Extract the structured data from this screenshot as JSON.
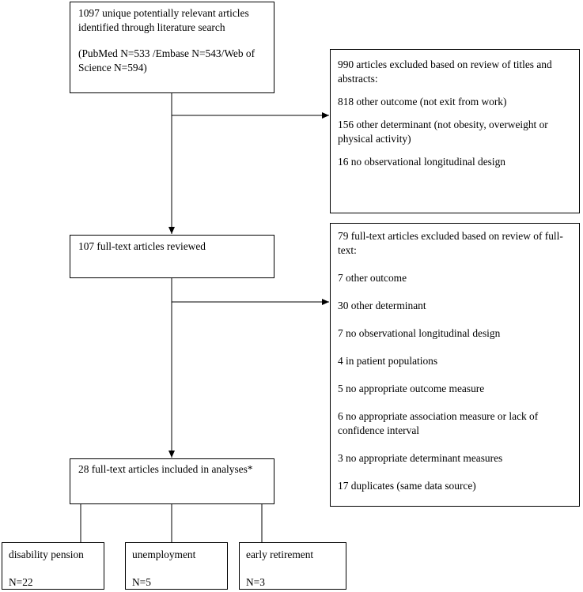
{
  "identified": {
    "line1": "1097 unique potentially relevant articles identified through literature search",
    "line2": "(PubMed N=533 /Embase N=543/Web of Science N=594)"
  },
  "excluded_screening": {
    "title": "990 articles excluded based on review of titles and abstracts:",
    "items": [
      "818 other outcome (not exit from work)",
      "156 other determinant (not obesity, overweight or physical activity)",
      "16 no observational longitudinal design"
    ]
  },
  "reviewed": {
    "text": "107 full-text articles reviewed"
  },
  "excluded_fulltext": {
    "title": "79 full-text articles excluded based on review of full-text:",
    "items": [
      "7 other outcome",
      "30 other determinant",
      "7 no observational longitudinal design",
      "4 in patient populations",
      "5 no appropriate outcome measure",
      "6 no appropriate association measure or lack of confidence interval",
      "3 no appropriate determinant measures",
      "17 duplicates (same data source)"
    ]
  },
  "included": {
    "text": "28 full-text articles included in analyses*"
  },
  "outcomes": [
    {
      "label": "disability pension",
      "n": "N=22"
    },
    {
      "label": "unemployment",
      "n": "N=5"
    },
    {
      "label": "early retirement",
      "n": "N=3"
    }
  ]
}
